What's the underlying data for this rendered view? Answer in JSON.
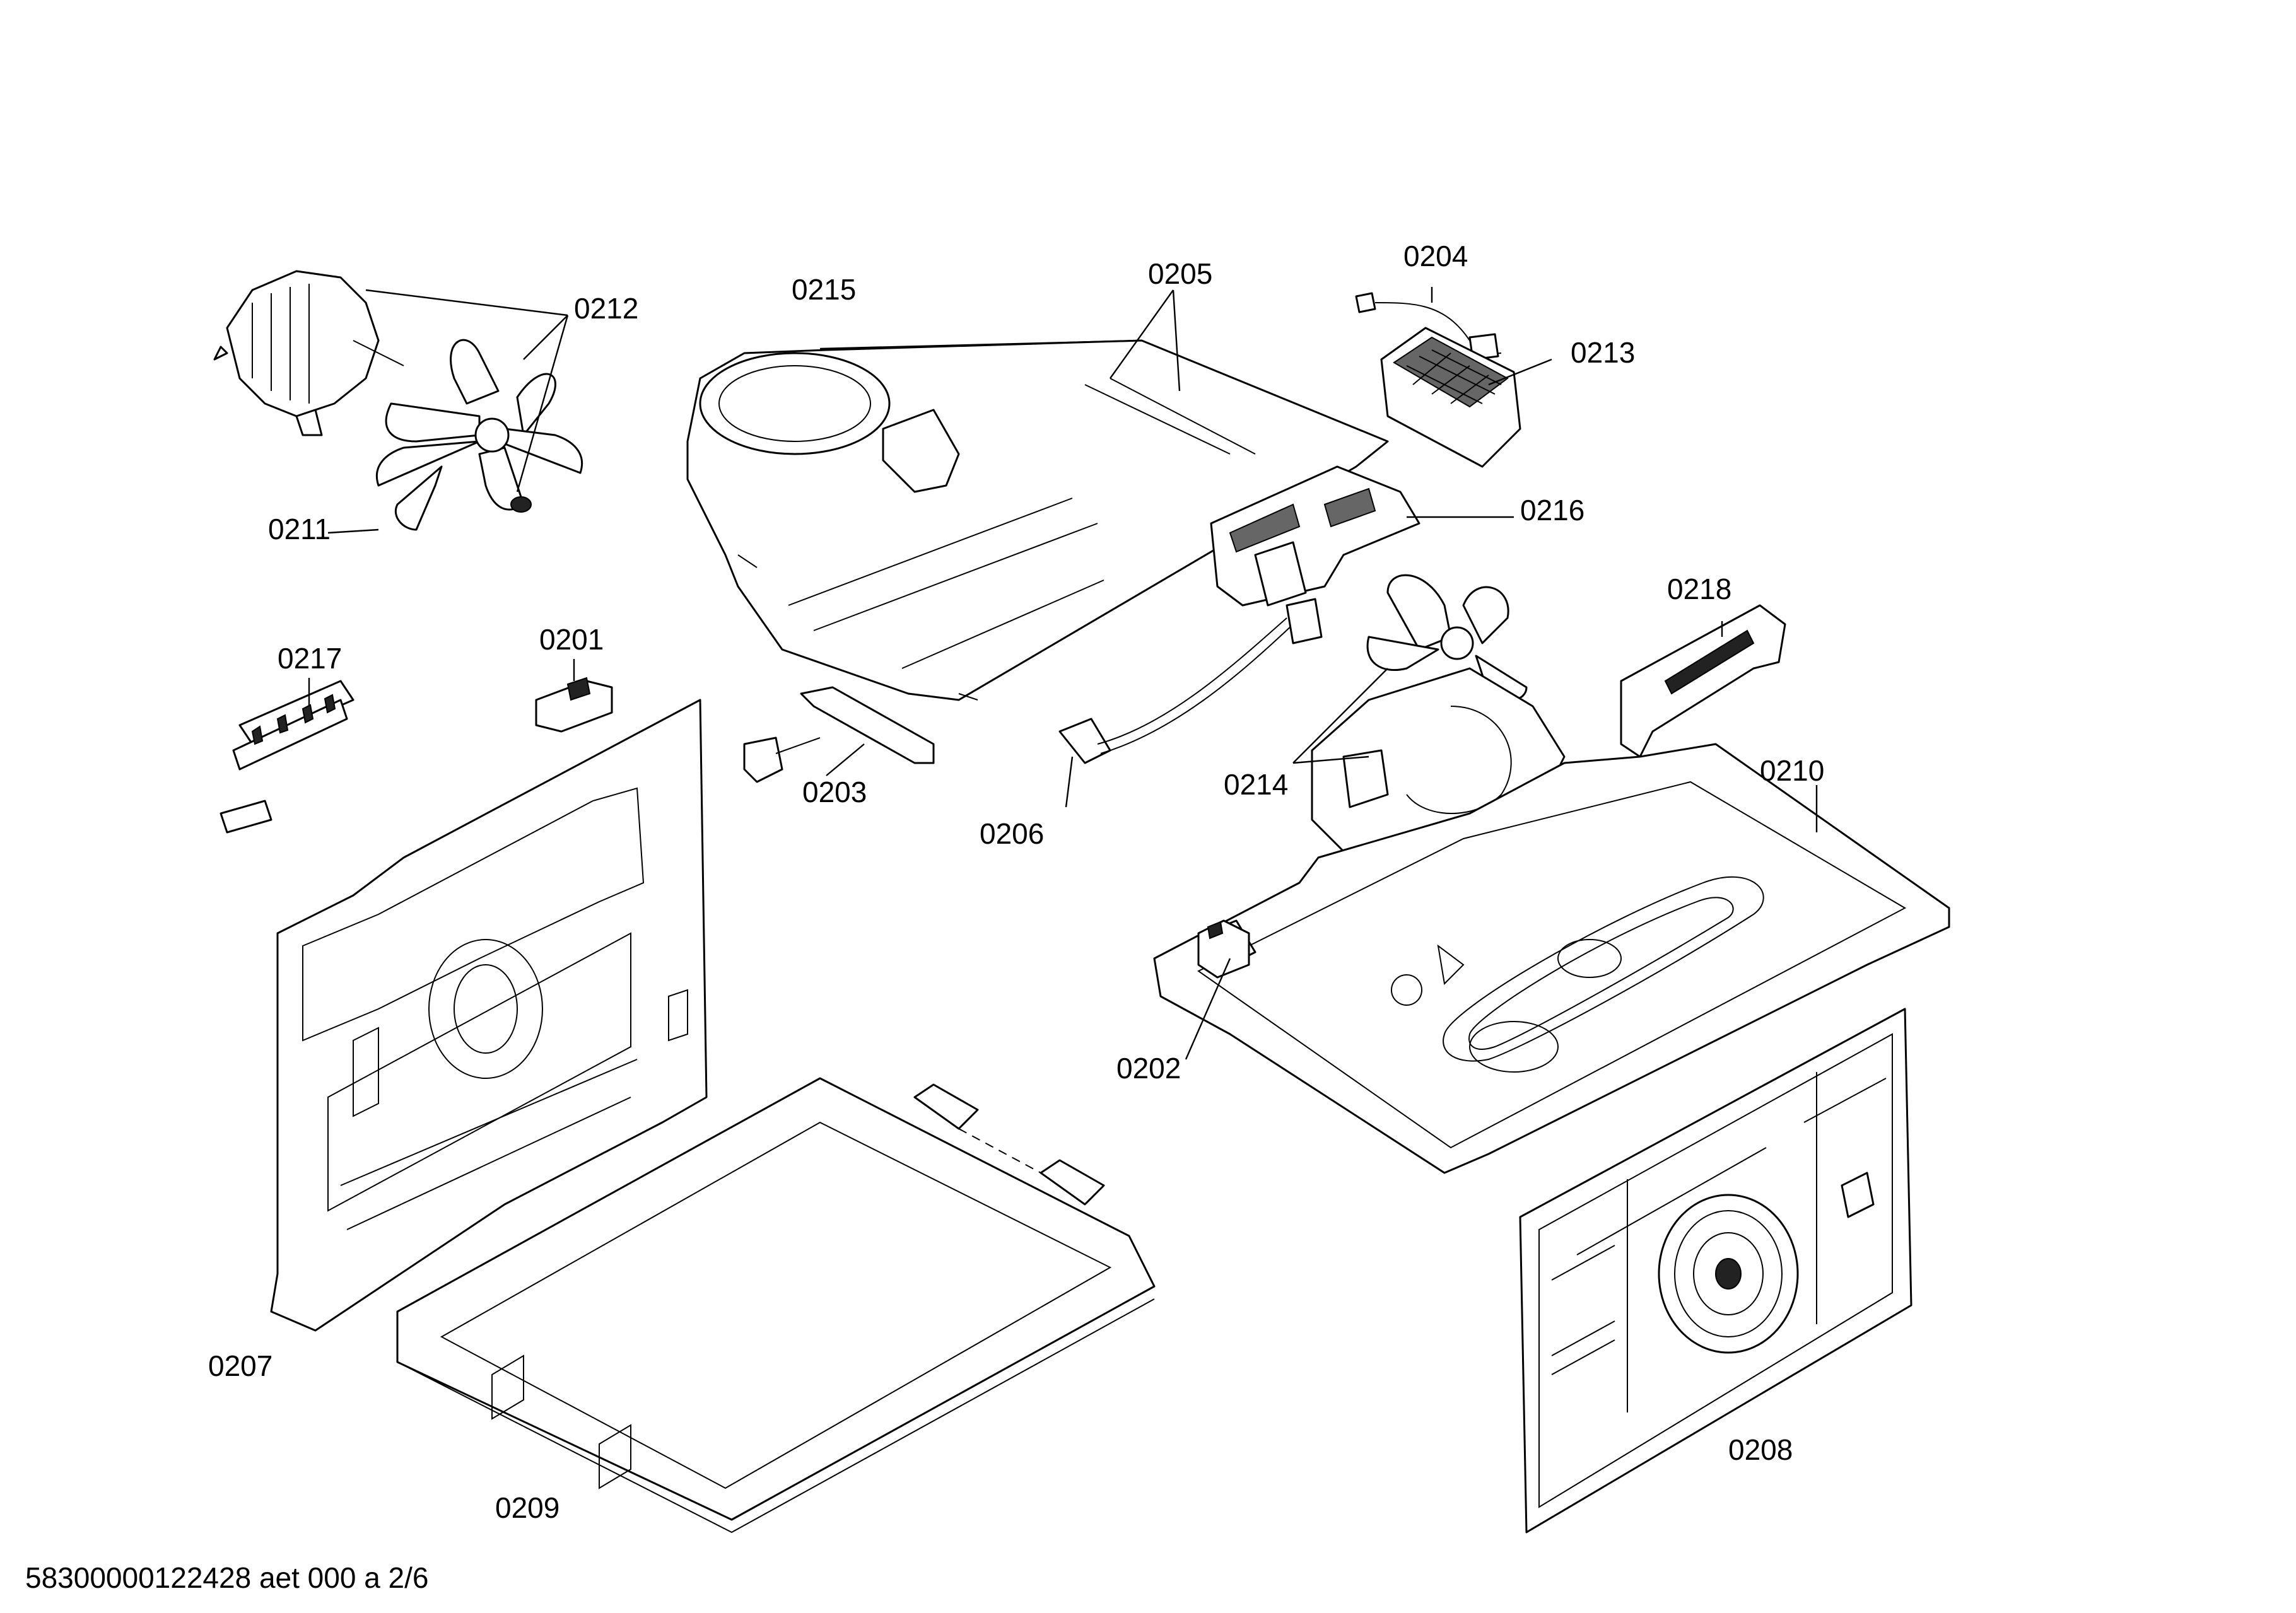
{
  "labels": {
    "p0201": "0201",
    "p0202": "0202",
    "p0203": "0203",
    "p0204": "0204",
    "p0205": "0205",
    "p0206": "0206",
    "p0207": "0207",
    "p0208": "0208",
    "p0209": "0209",
    "p0210": "0210",
    "p0211": "0211",
    "p0212": "0212",
    "p0213": "0213",
    "p0214": "0214",
    "p0215": "0215",
    "p0216": "0216",
    "p0217": "0217",
    "p0218": "0218"
  },
  "footer": {
    "document_id": "58300000122428 aet 000 a 2/6"
  }
}
